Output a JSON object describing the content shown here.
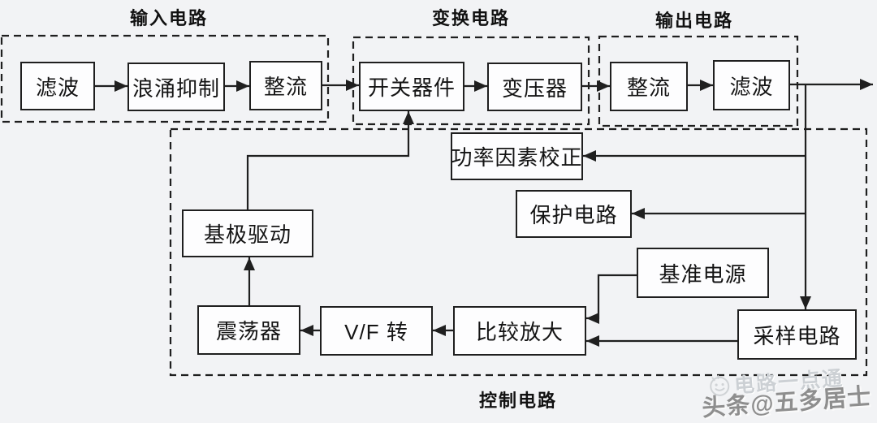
{
  "titles": {
    "input": "输入电路",
    "convert": "变换电路",
    "output": "输出电路",
    "control": "控制电路"
  },
  "blocks": {
    "filter_in": "滤波",
    "surge": "浪涌抑制",
    "rectifier_in": "整流",
    "switch_device": "开关器件",
    "transformer": "变压器",
    "rectifier_out": "整流",
    "filter_out": "滤波",
    "pfc": "功率因素校正",
    "protection": "保护电路",
    "reference": "基准电源",
    "sampling": "采样电路",
    "comparator": "比较放大",
    "vf_converter": "V/F 转",
    "oscillator": "震荡器",
    "base_drive": "基极驱动"
  },
  "watermark": {
    "brand": "电路一点通",
    "credit": "头条@五多居士",
    "icon": "smiley-face-icon"
  },
  "colors": {
    "background": "#f2f3f5",
    "line": "#1f1f1f",
    "box_fill": "#fdfdfe",
    "box_border": "#1f1f1f",
    "watermark_light": "#ccd0d4",
    "watermark_gray": "#8e8e8e"
  }
}
